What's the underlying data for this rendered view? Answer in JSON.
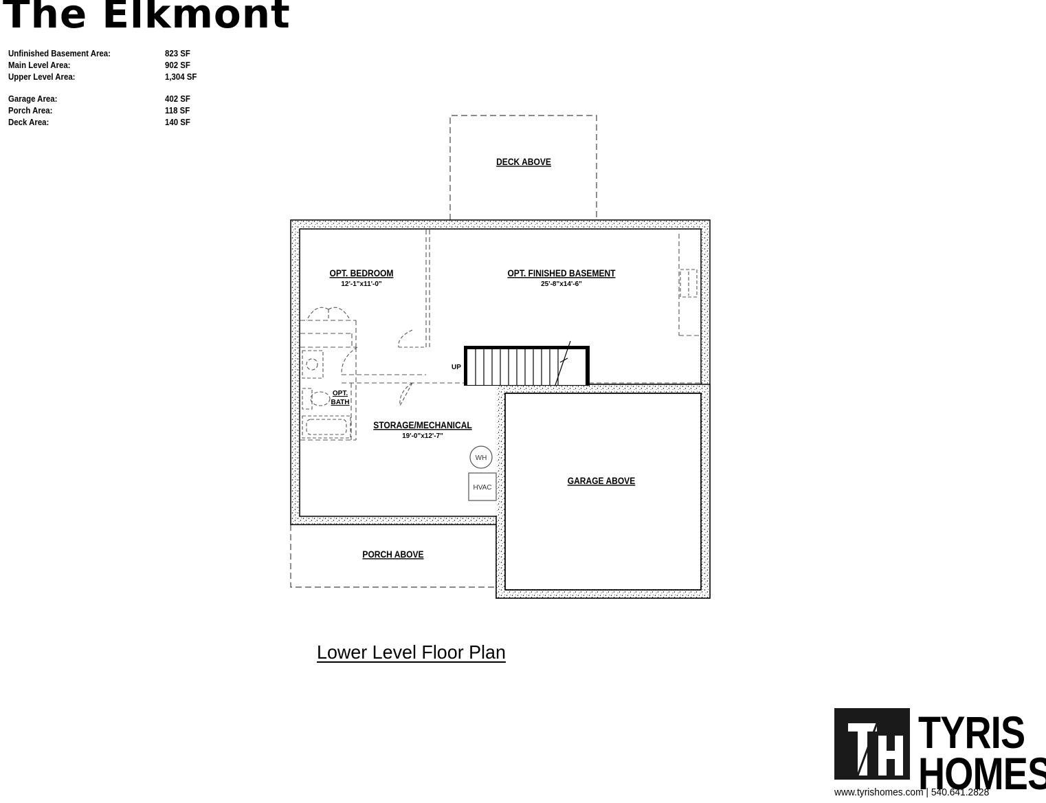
{
  "title": "The Elkmont",
  "areas": [
    {
      "label": "Unfinished Basement Area:",
      "value": "823 SF"
    },
    {
      "label": "Main Level  Area:",
      "value": "902 SF"
    },
    {
      "label": "Upper Level Area:",
      "value": "1,304 SF"
    },
    {
      "label": "Garage Area:",
      "value": "402 SF"
    },
    {
      "label": "Porch Area:",
      "value": "118 SF"
    },
    {
      "label": "Deck Area:",
      "value": "140 SF"
    }
  ],
  "plan": {
    "deck": "DECK ABOVE",
    "bedroom": {
      "name": "OPT. BEDROOM",
      "dims": "12'-1\"x11'-0\""
    },
    "finished": {
      "name": "OPT. FINISHED BASEMENT",
      "dims": "25'-8\"x14'-6\""
    },
    "bath": {
      "line1": "OPT.",
      "line2": "BATH"
    },
    "up": "UP",
    "storage": {
      "name": "STORAGE/MECHANICAL",
      "dims": "19'-0\"x12'-7\""
    },
    "wh": "WH",
    "hvac": "HVAC",
    "garage": "GARAGE ABOVE",
    "porch": "PORCH ABOVE"
  },
  "caption": "Lower Level Floor Plan",
  "brand": {
    "word1": "TYRIS",
    "word2": "HOMES",
    "contact": "www.tyrishomes.com | 540.641.2828"
  }
}
